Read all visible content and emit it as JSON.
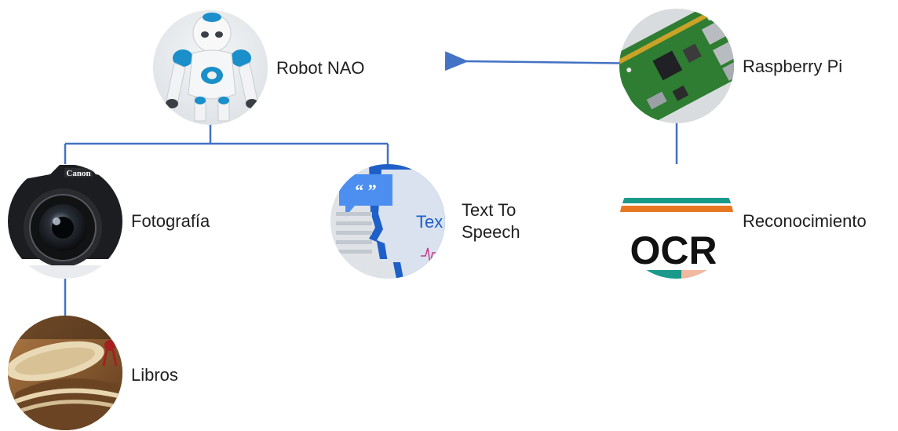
{
  "diagram": {
    "nodes": {
      "nao": {
        "label": "Robot NAO",
        "icon": "nao-robot-icon"
      },
      "raspberry": {
        "label": "Raspberry Pi",
        "icon": "raspberry-pi-board-icon"
      },
      "photo": {
        "label": "Fotografía",
        "icon": "camera-icon"
      },
      "tts": {
        "label_line1": "Text To",
        "label_line2": "Speech",
        "icon": "text-to-speech-icon",
        "icon_text": "Tex"
      },
      "ocr": {
        "label": "Reconocimiento",
        "icon": "ocr-icon",
        "icon_text": "OCR"
      },
      "books": {
        "label": "Libros",
        "icon": "books-icon"
      }
    },
    "colors": {
      "connector": "#4472c4",
      "arrow": "#4472c4",
      "ocr_orange": "#e87722",
      "ocr_teal": "#1a9a8a",
      "tts_blue": "#1f5fc8",
      "pcb_green": "#2e7d32",
      "nao_blue": "#1a8fc9"
    }
  }
}
